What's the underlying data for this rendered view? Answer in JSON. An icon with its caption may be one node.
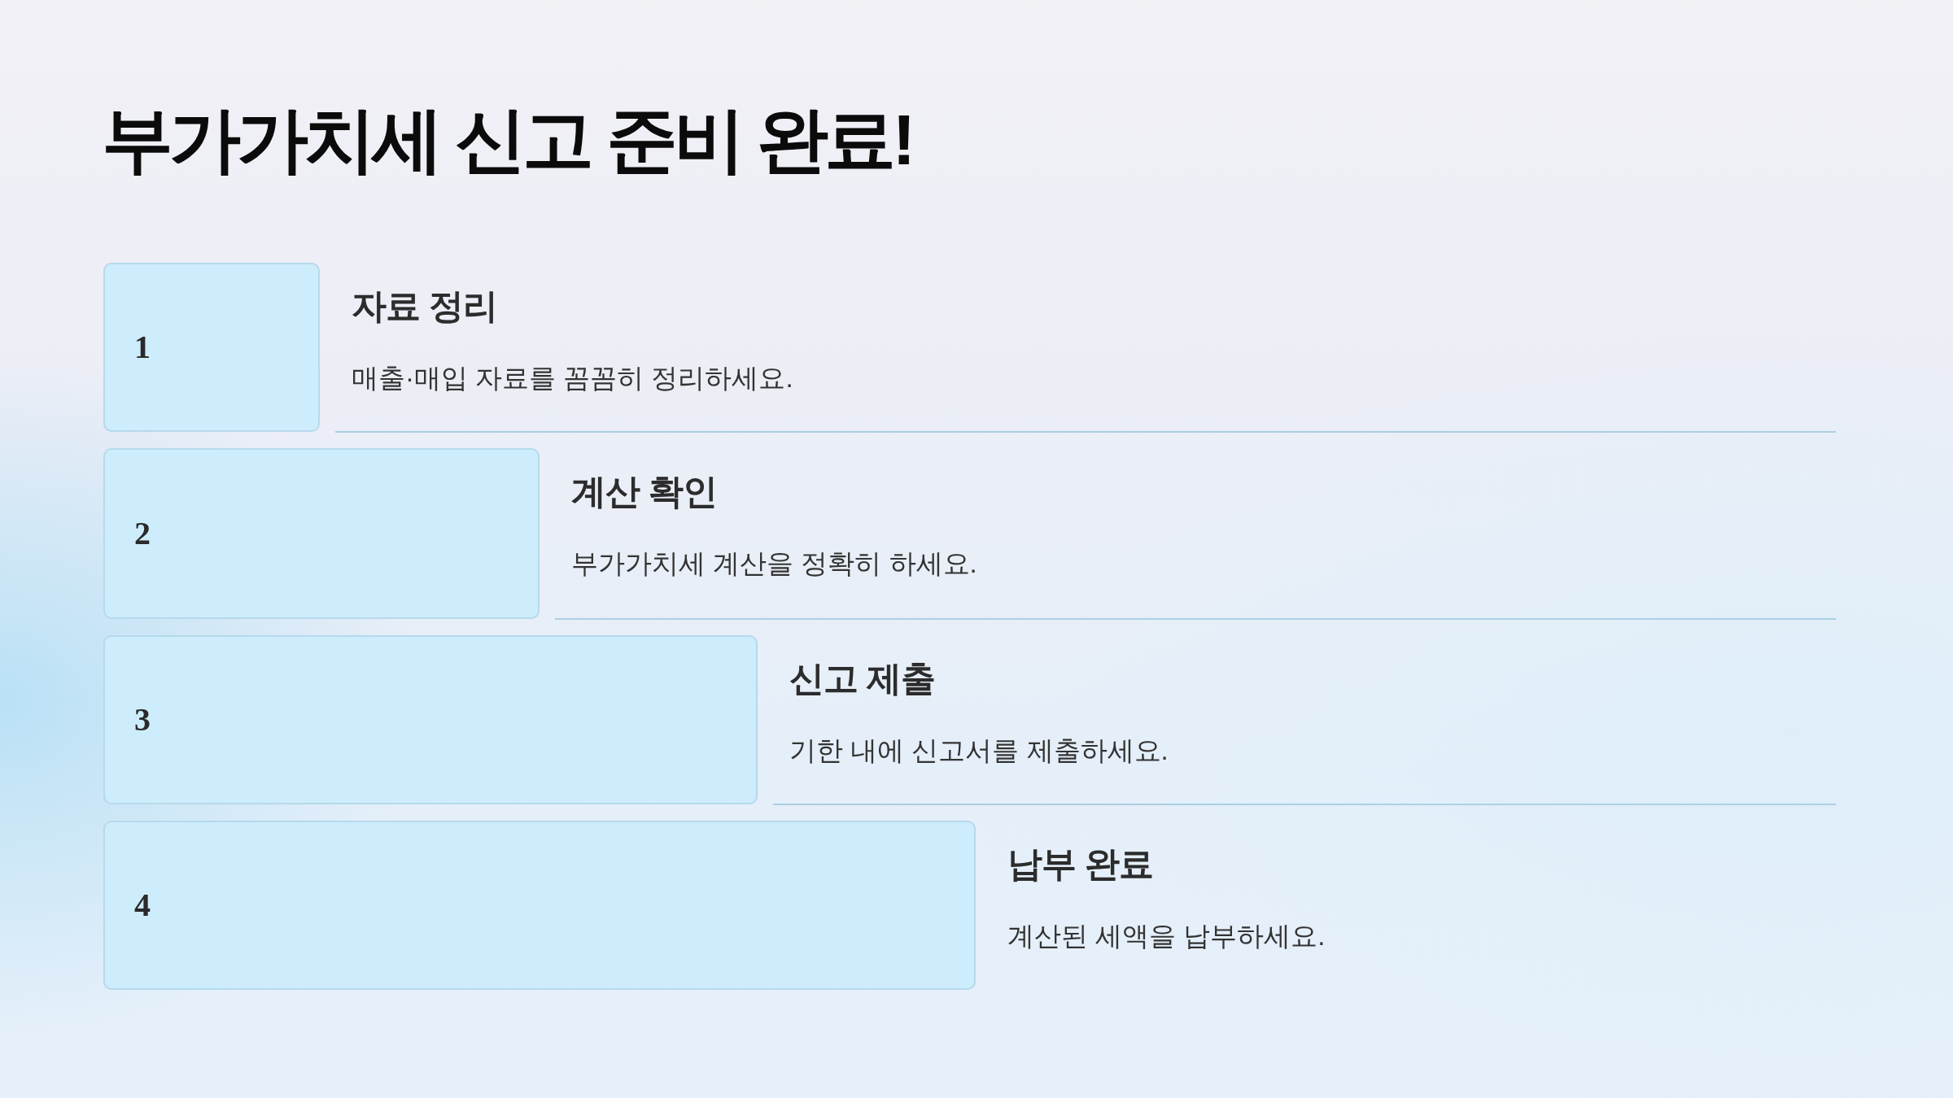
{
  "diagram": {
    "title": "부가가치세 신고 준비 완료!",
    "nodes": [
      {
        "text": [
          "1"
        ],
        "beside": [
          "자료 정리",
          "매출·매입 자료를 꼼꼼히 정리하세요."
        ]
      },
      {
        "text": [
          "2"
        ],
        "beside": [
          "계산 확인",
          "부가가치세 계산을 정확히 하세요."
        ]
      },
      {
        "text": [
          "3"
        ],
        "beside": [
          "신고 제출",
          "기한 내에 신고서를 제출하세요."
        ]
      },
      {
        "text": [
          "4"
        ],
        "beside": [
          "납부 완료",
          "계산된 세액을 납부하세요."
        ]
      }
    ],
    "edges": []
  }
}
